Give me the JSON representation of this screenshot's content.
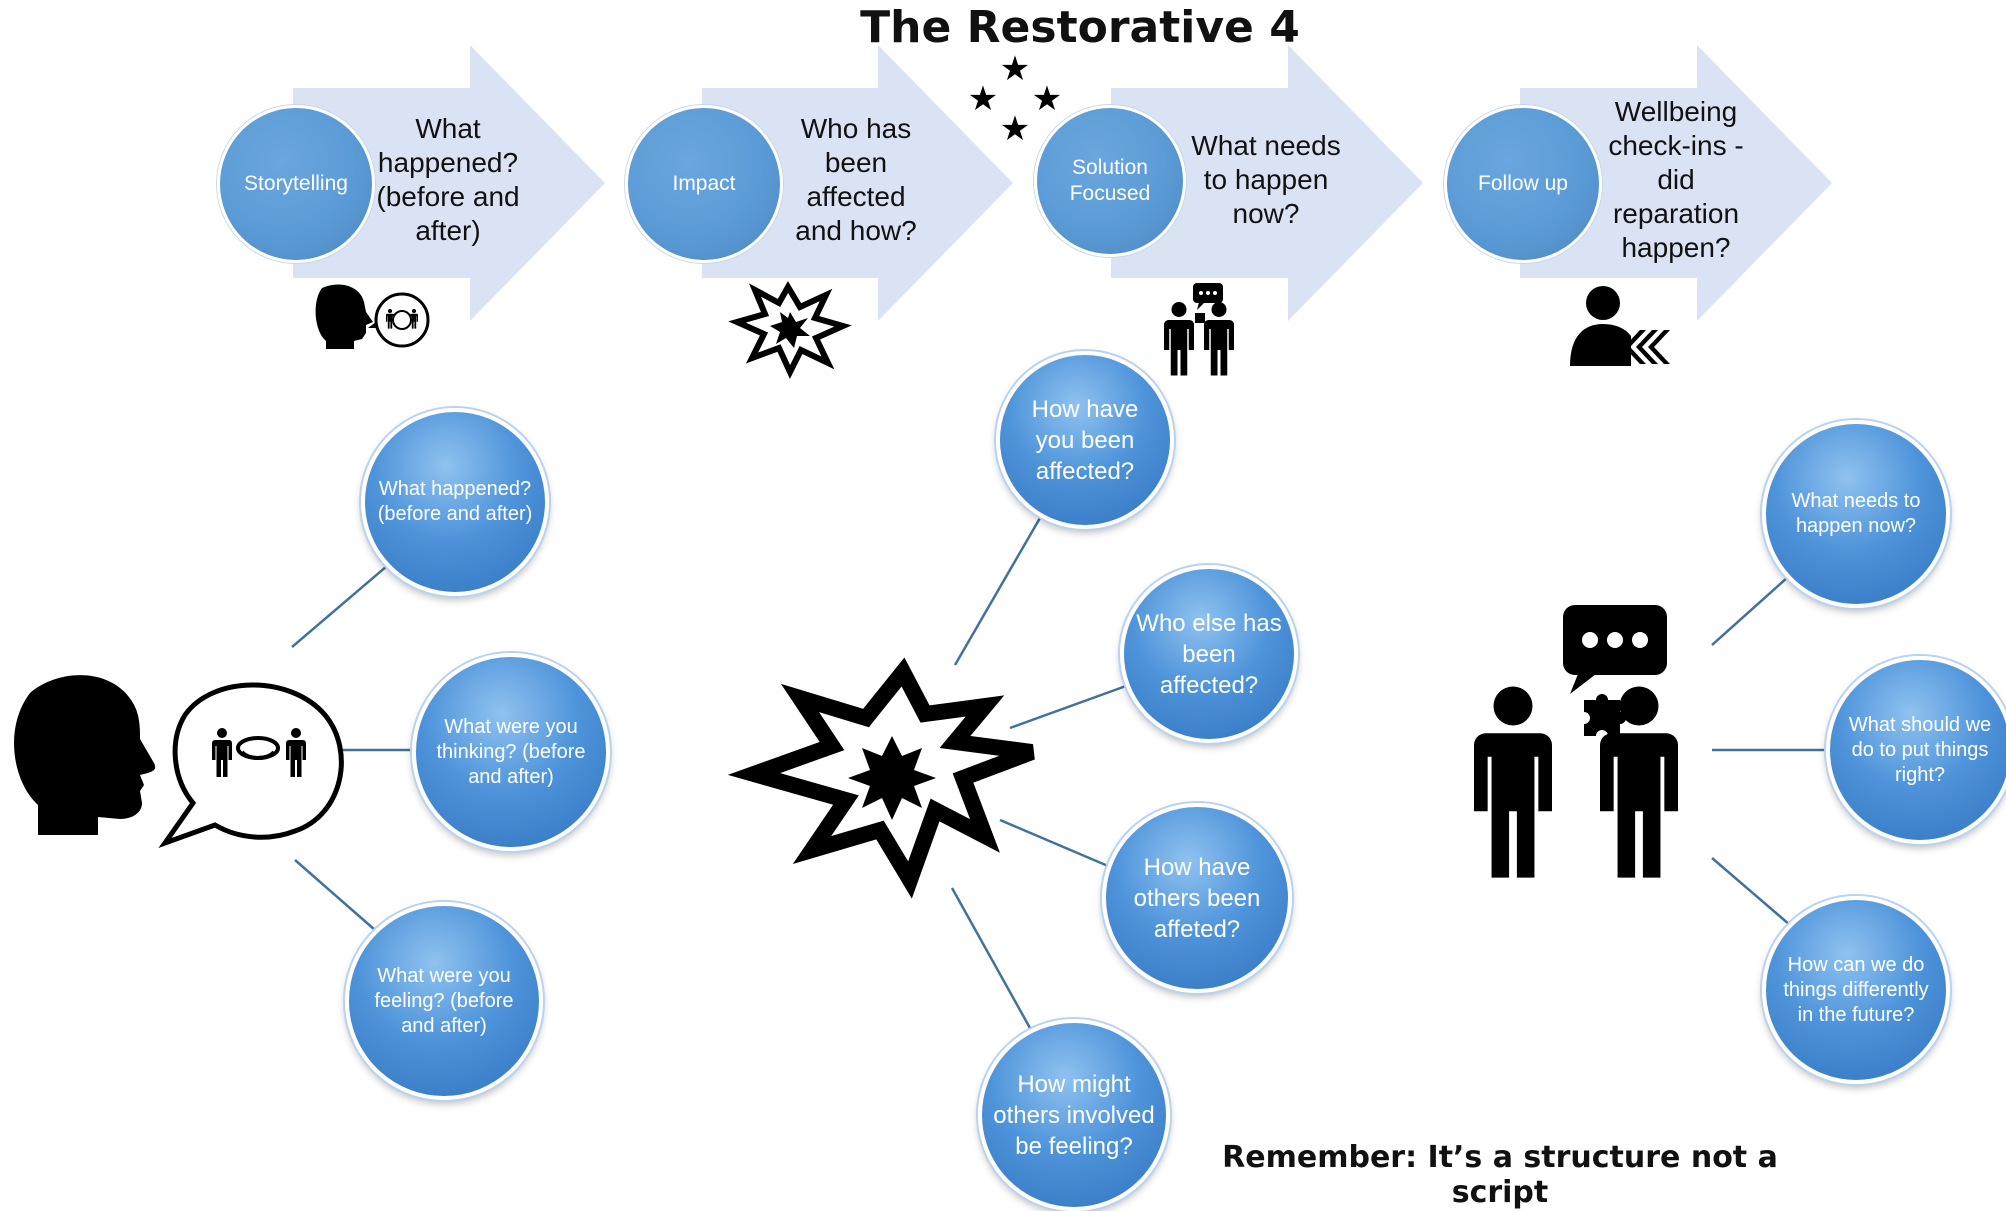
{
  "title": "The Restorative 4",
  "steps": [
    {
      "circle": "Storytelling",
      "arrow_text": "What happened? (before and after)"
    },
    {
      "circle": "Impact",
      "arrow_text": "Who has been affected and how?"
    },
    {
      "circle": "Solution Focused",
      "arrow_text": "What needs to happen now?"
    },
    {
      "circle": "Follow up",
      "arrow_text": "Wellbeing check-ins - did reparation happen?"
    }
  ],
  "storytelling_questions": [
    "What happened? (before and after)",
    "What were you thinking? (before and after)",
    "What were you feeling? (before and after)"
  ],
  "impact_questions": [
    "How have you been affected?",
    "Who else has been affected?",
    "How have others been affeted?",
    "How might others involved be feeling?"
  ],
  "solution_questions": [
    "What needs to happen now?",
    "What should we do to put things right?",
    "How can we do things differently in the future?"
  ],
  "footer": "Remember: It’s a structure not a script",
  "colors": {
    "arrow_fill": "#dae3f3",
    "step_circle": "#5b9bd5",
    "bubble": "#4a8fd8",
    "connector": "#41719c",
    "icon": "#000000"
  },
  "icons": [
    "speaking-head-icon",
    "mediation-icon",
    "explosion-icon",
    "stars-icon",
    "people-discussion-icon",
    "follow-up-user-icon"
  ]
}
